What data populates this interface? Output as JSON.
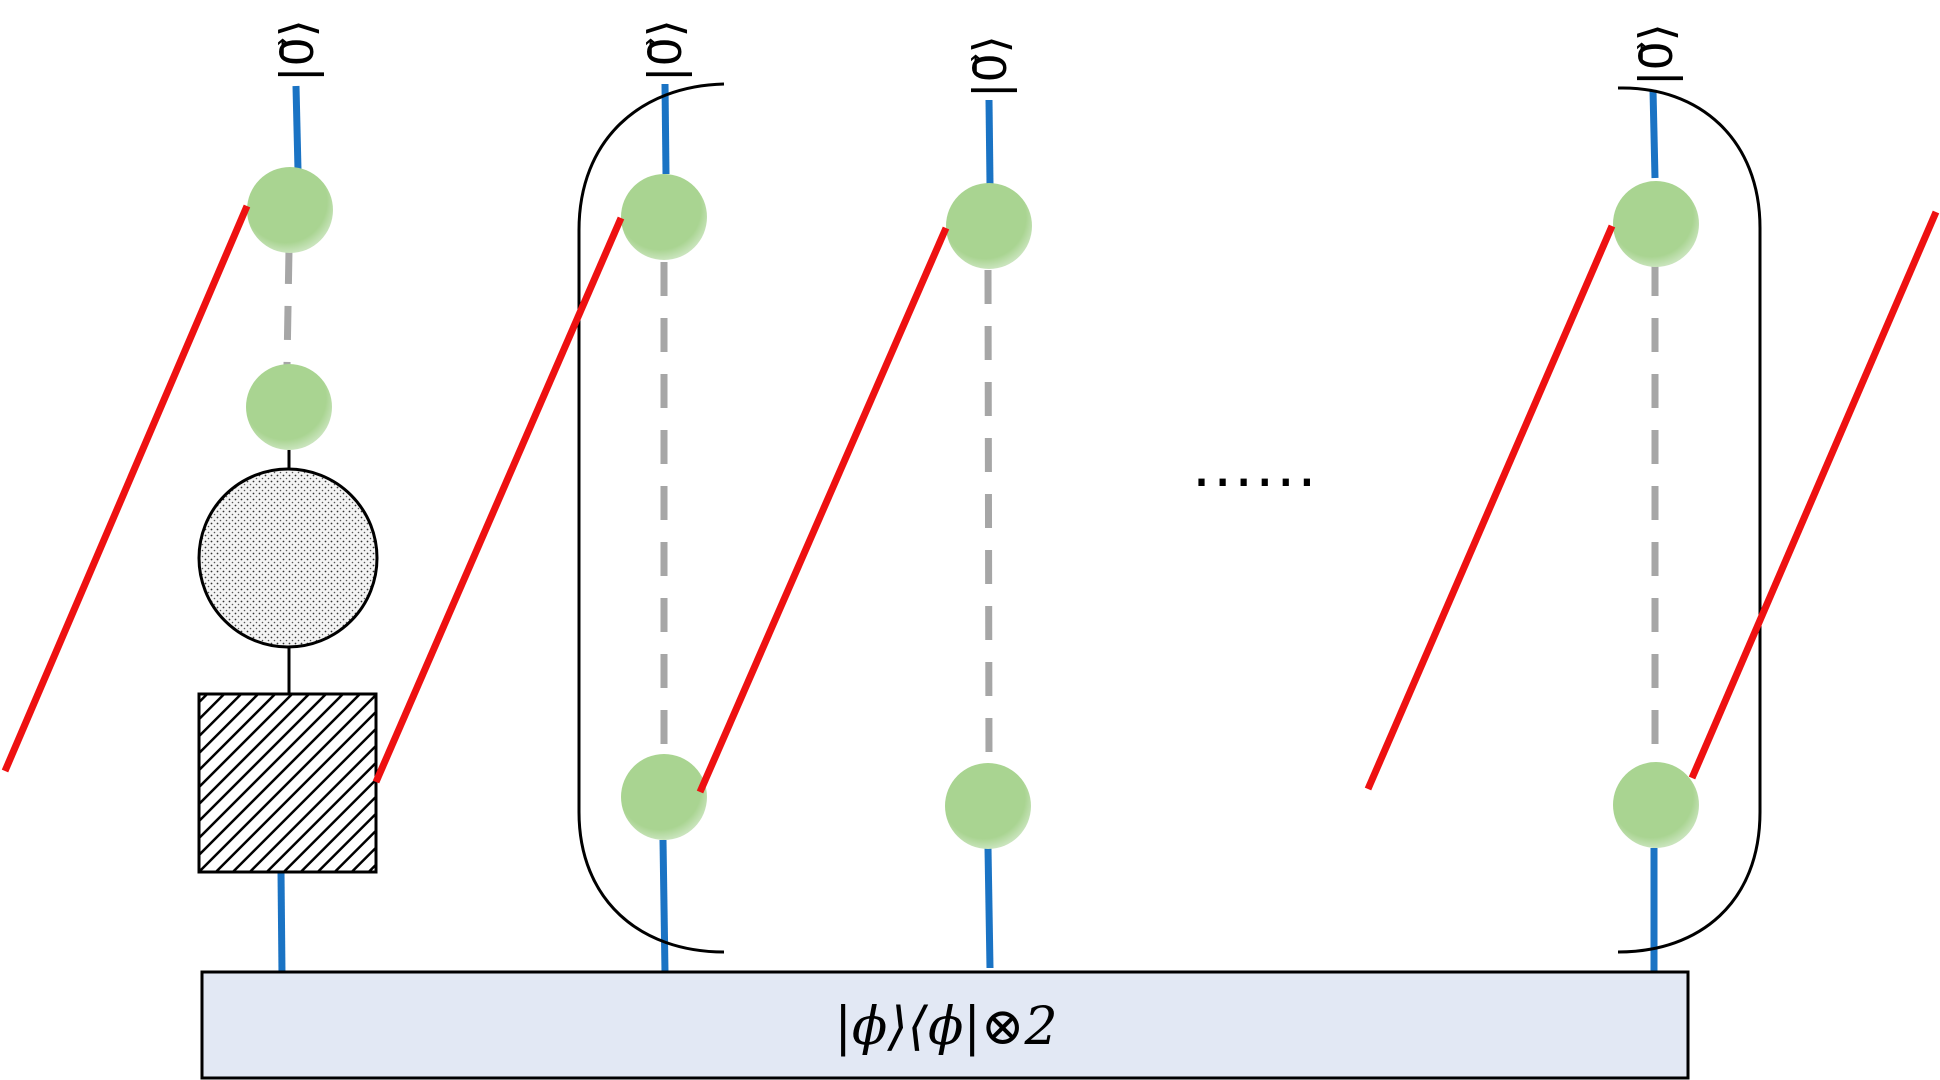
{
  "diagram": {
    "ket_label": "|0⃗⟩",
    "state_label": "|ϕ⟩⟨ϕ|⊗2",
    "ellipsis": "......",
    "colors": {
      "wire_blue": "#1a73c4",
      "wire_red": "#ee1111",
      "node_green": "#a9d491",
      "dashed_gray": "#a6a6a6",
      "state_box_fill": "#e2e8f4",
      "outline": "#000000"
    },
    "columns": [
      {
        "name": "column-1",
        "ket": "|0⃗⟩",
        "has_bracket_left": false,
        "has_bracket_right": false
      },
      {
        "name": "column-2",
        "ket": "|0⃗⟩",
        "has_bracket_left": true,
        "has_bracket_right": false
      },
      {
        "name": "column-3",
        "ket": "|0⃗⟩",
        "has_bracket_left": false,
        "has_bracket_right": false
      },
      {
        "name": "column-4",
        "ket": "|0⃗⟩",
        "has_bracket_left": false,
        "has_bracket_right": true
      }
    ]
  }
}
